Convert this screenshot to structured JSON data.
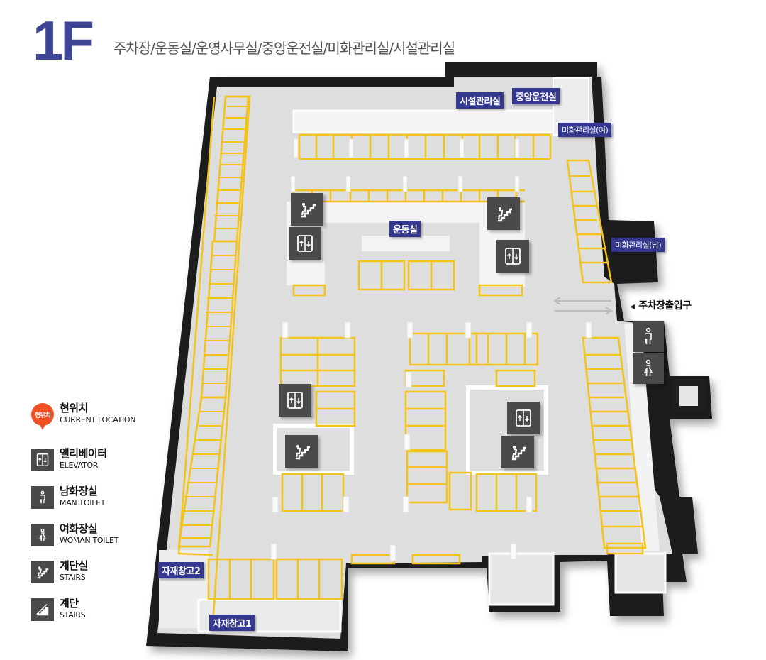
{
  "header": {
    "floor": "1F",
    "description": "주차장/운동실/운영사무실/중앙운전실/미화관리실/시설관리실"
  },
  "map": {
    "room_labels": [
      {
        "id": "facility",
        "label": "시설관리실"
      },
      {
        "id": "central-control",
        "label": "중앙운전실"
      },
      {
        "id": "cleaning-women",
        "label": "미화관리실(여)"
      },
      {
        "id": "gym",
        "label": "운동실"
      },
      {
        "id": "cleaning-men",
        "label": "미화관리실(남)"
      },
      {
        "id": "storage2",
        "label": "자재창고2"
      },
      {
        "id": "storage1",
        "label": "자재창고1"
      }
    ],
    "entrance": {
      "label": "주차장출입구",
      "marker": "◀"
    },
    "icons": [
      "stairs-icon",
      "elevator-icon",
      "man-toilet-icon",
      "woman-toilet-icon"
    ]
  },
  "legend": {
    "items": [
      {
        "icon": "current-location-pin",
        "pin_text": "현위치",
        "ko": "현위치",
        "en": "CURRENT LOCATION"
      },
      {
        "icon": "elevator-icon",
        "ko": "엘리베이터",
        "en": "ELEVATOR"
      },
      {
        "icon": "man-toilet-icon",
        "ko": "남화장실",
        "en": "MAN TOILET"
      },
      {
        "icon": "woman-toilet-icon",
        "ko": "여화장실",
        "en": "WOMAN TOILET"
      },
      {
        "icon": "stairwell-icon",
        "ko": "계단실",
        "en": "STAIRS"
      },
      {
        "icon": "staircase-icon",
        "ko": "계단",
        "en": "STAIRS"
      }
    ]
  },
  "colors": {
    "floor_number": "#3d4594",
    "label_bg": "#34398f",
    "parking_line": "#f3c31c",
    "wall": "#1e1e1e",
    "floor": "#dedede",
    "icon_bg": "#4a4a4c",
    "pin": "#f04e23"
  }
}
